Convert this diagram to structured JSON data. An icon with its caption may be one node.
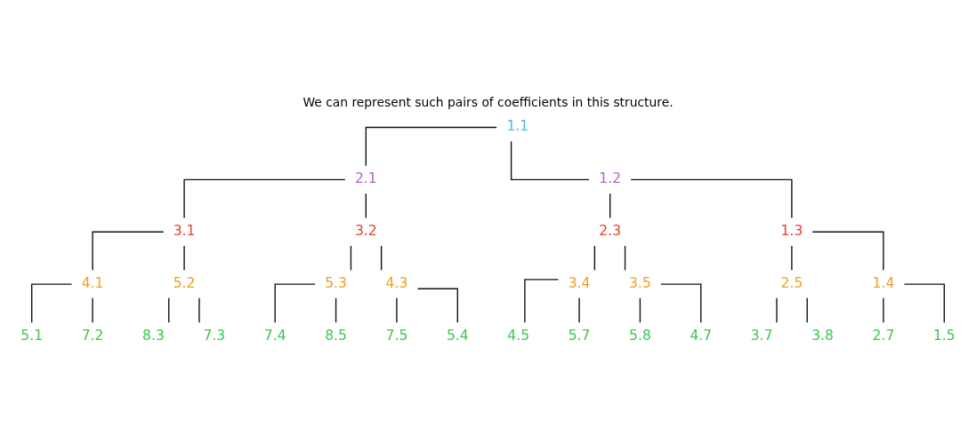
{
  "diagram": {
    "title": "We can represent such pairs of coefficients in this structure.",
    "nodes": [
      {
        "text": [
          "1.1"
        ]
      },
      {
        "text": [
          "2.1"
        ]
      },
      {
        "text": [
          "1.2"
        ]
      },
      {
        "text": [
          "3.1"
        ]
      },
      {
        "text": [
          "3.2"
        ]
      },
      {
        "text": [
          "2.3"
        ]
      },
      {
        "text": [
          "1.3"
        ]
      },
      {
        "text": [
          "4.1"
        ]
      },
      {
        "text": [
          "5.2"
        ]
      },
      {
        "text": [
          "5.3"
        ]
      },
      {
        "text": [
          "4.3"
        ]
      },
      {
        "text": [
          "3.4"
        ]
      },
      {
        "text": [
          "3.5"
        ]
      },
      {
        "text": [
          "2.5"
        ]
      },
      {
        "text": [
          "1.4"
        ]
      },
      {
        "text": [
          "5.1"
        ]
      },
      {
        "text": [
          "7.2"
        ]
      },
      {
        "text": [
          "8.3"
        ]
      },
      {
        "text": [
          "7.3"
        ]
      },
      {
        "text": [
          "7.4"
        ]
      },
      {
        "text": [
          "8.5"
        ]
      },
      {
        "text": [
          "7.5"
        ]
      },
      {
        "text": [
          "5.4"
        ]
      },
      {
        "text": [
          "4.5"
        ]
      },
      {
        "text": [
          "5.7"
        ]
      },
      {
        "text": [
          "5.8"
        ]
      },
      {
        "text": [
          "4.7"
        ]
      },
      {
        "text": [
          "3.7"
        ]
      },
      {
        "text": [
          "3.8"
        ]
      },
      {
        "text": [
          "2.7"
        ]
      },
      {
        "text": [
          "1.5"
        ]
      }
    ],
    "edges": [
      {
        "from": 0,
        "to": 1,
        "arrow": "none"
      },
      {
        "from": 0,
        "to": 2,
        "arrow": "none"
      },
      {
        "from": 1,
        "to": 3,
        "arrow": "none"
      },
      {
        "from": 1,
        "to": 4,
        "arrow": "none"
      },
      {
        "from": 2,
        "to": 5,
        "arrow": "none"
      },
      {
        "from": 2,
        "to": 6,
        "arrow": "none"
      },
      {
        "from": 3,
        "to": 7,
        "arrow": "none"
      },
      {
        "from": 3,
        "to": 8,
        "arrow": "none"
      },
      {
        "from": 4,
        "to": 9,
        "arrow": "none"
      },
      {
        "from": 4,
        "to": 10,
        "arrow": "none"
      },
      {
        "from": 5,
        "to": 11,
        "arrow": "none"
      },
      {
        "from": 5,
        "to": 12,
        "arrow": "none"
      },
      {
        "from": 6,
        "to": 13,
        "arrow": "none"
      },
      {
        "from": 6,
        "to": 14,
        "arrow": "none"
      },
      {
        "from": 7,
        "to": 15,
        "arrow": "none"
      },
      {
        "from": 7,
        "to": 16,
        "arrow": "none"
      },
      {
        "from": 8,
        "to": 17,
        "arrow": "none"
      },
      {
        "from": 8,
        "to": 18,
        "arrow": "none"
      },
      {
        "from": 9,
        "to": 19,
        "arrow": "none"
      },
      {
        "from": 9,
        "to": 20,
        "arrow": "none"
      },
      {
        "from": 10,
        "to": 21,
        "arrow": "none"
      },
      {
        "from": 10,
        "to": 22,
        "arrow": "none"
      },
      {
        "from": 11,
        "to": 23,
        "arrow": "none"
      },
      {
        "from": 11,
        "to": 24,
        "arrow": "none"
      },
      {
        "from": 12,
        "to": 25,
        "arrow": "none"
      },
      {
        "from": 12,
        "to": 26,
        "arrow": "none"
      },
      {
        "from": 13,
        "to": 27,
        "arrow": "none"
      },
      {
        "from": 13,
        "to": 28,
        "arrow": "none"
      },
      {
        "from": 14,
        "to": 29,
        "arrow": "none"
      },
      {
        "from": 14,
        "to": 30,
        "arrow": "none"
      }
    ]
  }
}
